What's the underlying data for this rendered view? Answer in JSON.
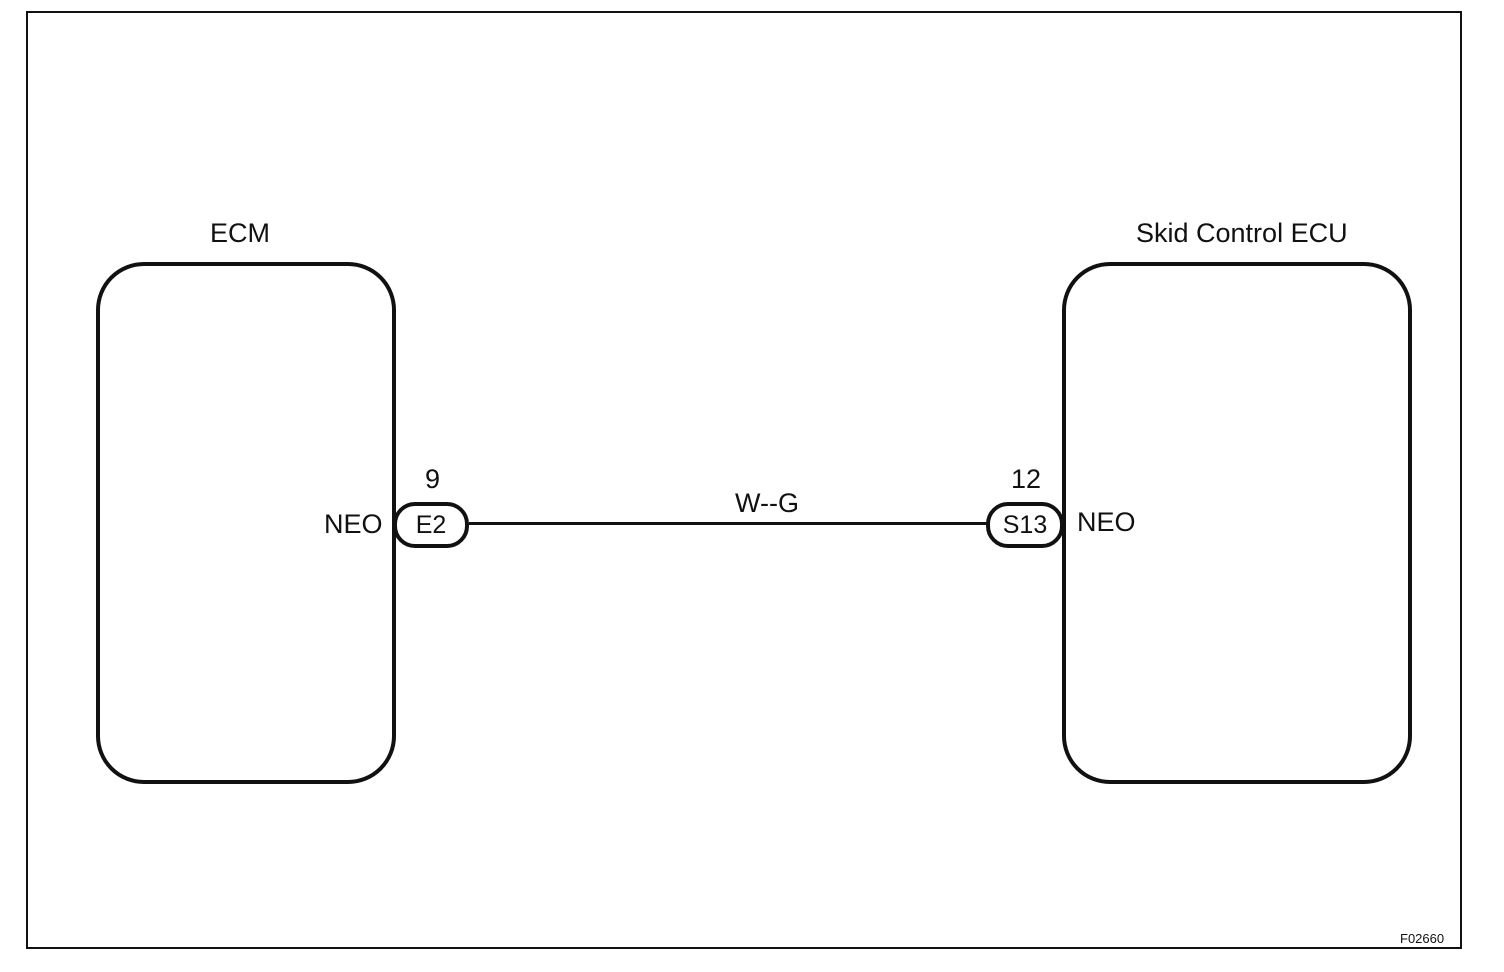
{
  "diagram": {
    "left_unit": {
      "name": "ECM",
      "terminal_name": "NEO",
      "connector_id": "E2",
      "pin": "9"
    },
    "right_unit": {
      "name": "Skid Control ECU",
      "terminal_name": "NEO",
      "connector_id": "S13",
      "pin": "12"
    },
    "wire": {
      "color_code": "W--G"
    },
    "figure_code": "F02660"
  }
}
